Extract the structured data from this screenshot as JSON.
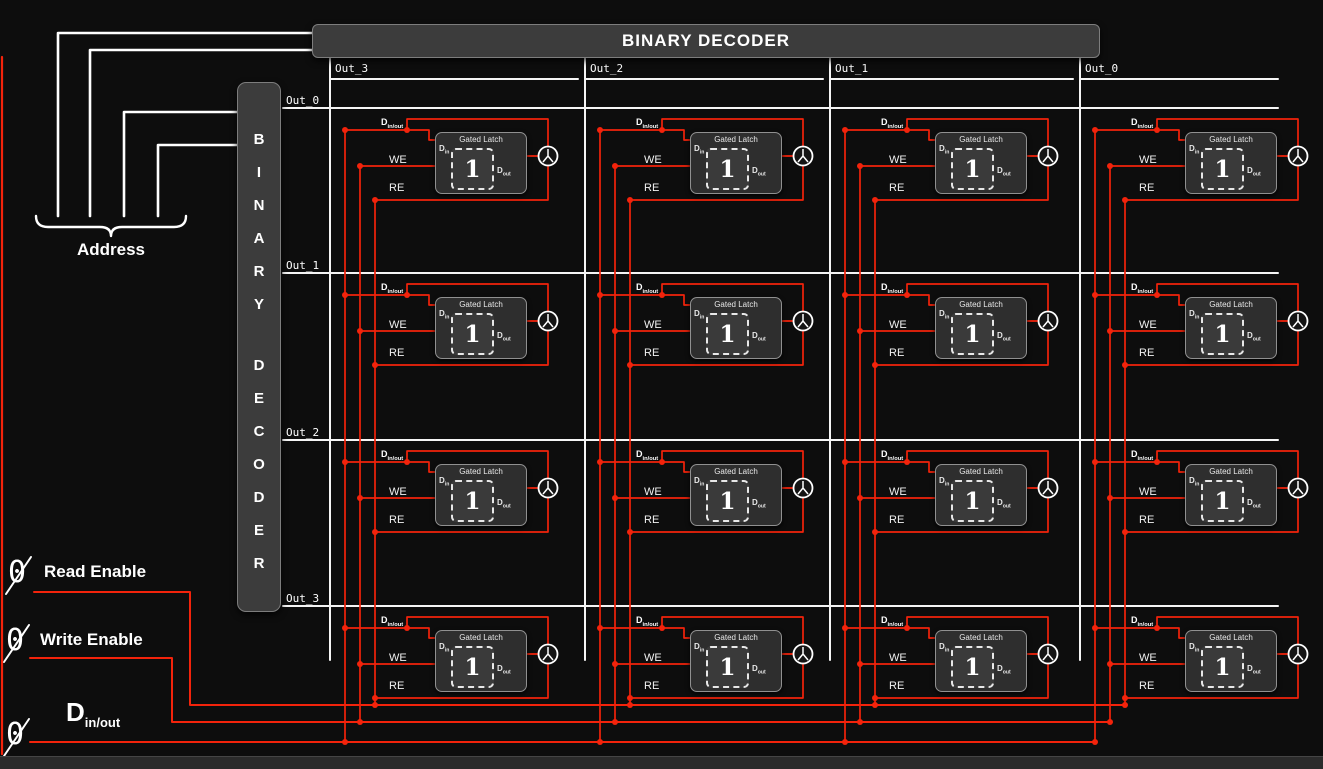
{
  "colors": {
    "background": "#0d0d0d",
    "wire_red": "#f3230b",
    "wire_white": "#f5f5f5",
    "panel_gray": "#3c3c3c"
  },
  "top_decoder": {
    "label": "BINARY DECODER"
  },
  "left_decoder": {
    "label": "BINARY DECODER"
  },
  "grid": {
    "column_headers": [
      "Out_3",
      "Out_2",
      "Out_1",
      "Out_0"
    ],
    "row_labels": [
      "Out_0",
      "Out_1",
      "Out_2",
      "Out_3"
    ]
  },
  "cell": {
    "din_out_prefix": "D",
    "din_out_sub": "in/out",
    "latch_title": "Gated Latch",
    "latch_value": "1",
    "din_prefix": "D",
    "din_sub": "in",
    "dout_prefix": "D",
    "dout_sub": "out",
    "we_label": "WE",
    "re_label": "RE"
  },
  "inputs": {
    "address_label": "Address",
    "read_enable": {
      "value": "0",
      "label": "Read Enable"
    },
    "write_enable": {
      "value": "0",
      "label": "Write Enable"
    },
    "data_line": {
      "value": "0",
      "label_prefix": "D",
      "label_sub": "in/out"
    }
  }
}
